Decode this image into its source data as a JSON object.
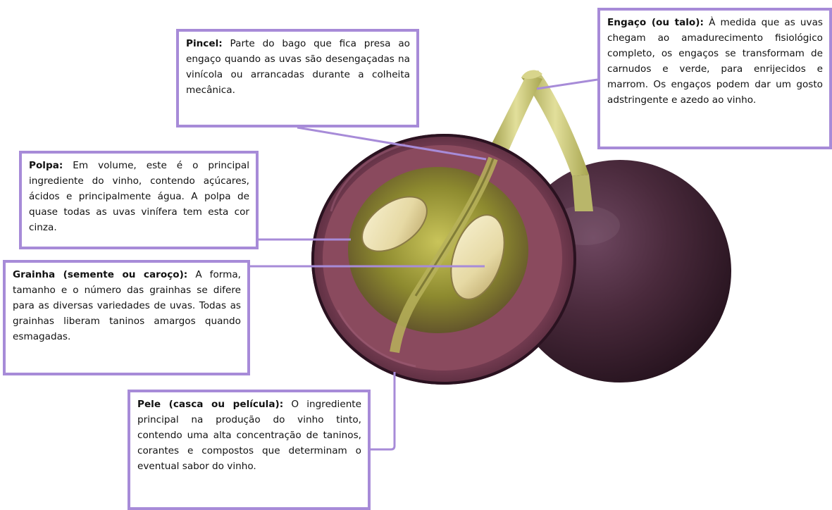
{
  "callouts": {
    "pincel": {
      "term": "Pincel:",
      "text": "Parte do bago que fica presa ao engaço quando as uvas são desengaçadas na vinícola ou arrancadas durante a colheita mecânica."
    },
    "engaco": {
      "term": "Engaço (ou talo):",
      "text": "À medida que as uvas chegam ao amadurecimento fisiológico completo, os engaços se transformam de carnudos e verde, para enrijecidos e marrom. Os engaços podem dar um gosto adstringente e azedo ao vinho."
    },
    "polpa": {
      "term": "Polpa:",
      "text": "Em volume, este é o principal ingrediente do vinho, contendo açúcares, ácidos e principalmente água. A polpa de quase todas as uvas vinífera tem esta cor cinza."
    },
    "grainha": {
      "term": "Grainha (semente ou caroço):",
      "text": "A forma, tamanho e o número das grainhas se difere para as diversas variedades de uvas. Todas as grainhas liberam taninos amargos quando esmagadas."
    },
    "pele": {
      "term": "Pele (casca ou película):",
      "text": "O ingrediente principal na produção do vinho tinto, contendo uma alta concentração de taninos, corantes e compostos que determinam o eventual sabor do vinho."
    }
  },
  "colors": {
    "callout_border": "#a78bd8",
    "grape_skin": "#3d1f30",
    "grape_pulp": "#8a8a2a",
    "stem": "#c9c777"
  },
  "icons": {
    "illustration": "halved-grape-illustration"
  }
}
